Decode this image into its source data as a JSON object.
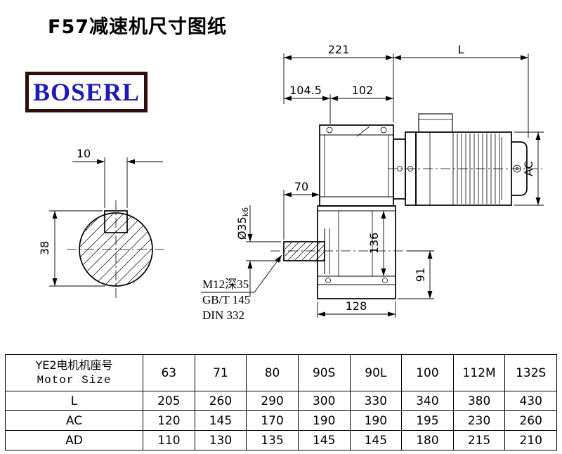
{
  "page": {
    "title": "F57减速机尺寸图纸",
    "logo_text": "BOSERL"
  },
  "colors": {
    "bg": "#ffffff",
    "logo_border": "#2e0d0d",
    "logo_text": "#1c1cb4"
  },
  "left_view": {
    "keyway_width": "10",
    "shaft_height": "38"
  },
  "main_view": {
    "dims": {
      "gearbox_depth": "221",
      "motor_length": "L",
      "dim_104_5": "104.5",
      "dim_102": "102",
      "shaft_length": "70",
      "shaft_dia_main": "Ø35",
      "shaft_dia_tol": "k6",
      "dim_136": "136",
      "dim_91": "91",
      "dim_128": "128",
      "motor_dia": "AC"
    },
    "notes": {
      "tap": "M12深35",
      "std1": "GB/T 145",
      "std2": "DIN 332"
    }
  },
  "table": {
    "header": {
      "line1": "YE2电机机座号",
      "line2": "Motor Size"
    },
    "motor_sizes": [
      "63",
      "71",
      "80",
      "90S",
      "90L",
      "100",
      "112M",
      "132S"
    ],
    "rows": [
      {
        "label": "L",
        "values": [
          "205",
          "260",
          "290",
          "300",
          "330",
          "340",
          "380",
          "430"
        ]
      },
      {
        "label": "AC",
        "values": [
          "120",
          "145",
          "170",
          "190",
          "190",
          "195",
          "230",
          "260"
        ]
      },
      {
        "label": "AD",
        "values": [
          "110",
          "130",
          "135",
          "145",
          "145",
          "180",
          "215",
          "210"
        ]
      }
    ]
  }
}
